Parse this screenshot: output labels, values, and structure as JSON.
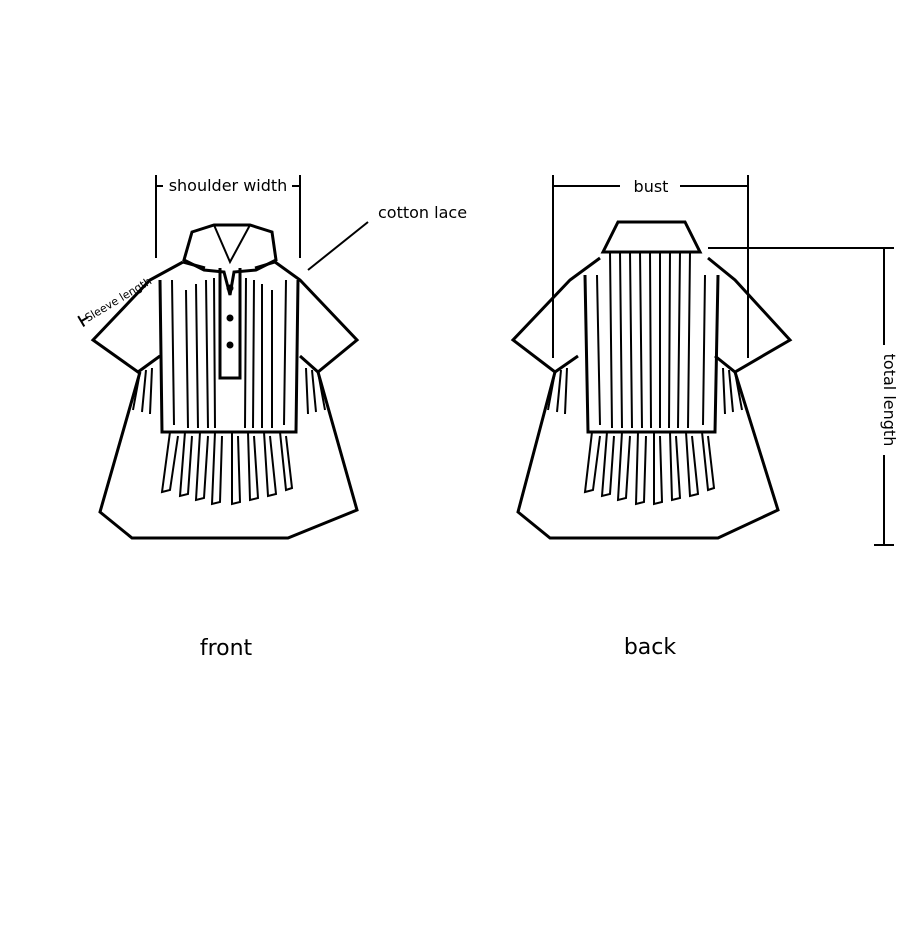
{
  "labels": {
    "shoulder_width": "shoulder width",
    "cotton_lace": "cotton lace",
    "sleeve_length": "Sleeve length",
    "bust": "bust",
    "total_length": "total length"
  },
  "captions": {
    "front": "front",
    "back": "back"
  }
}
